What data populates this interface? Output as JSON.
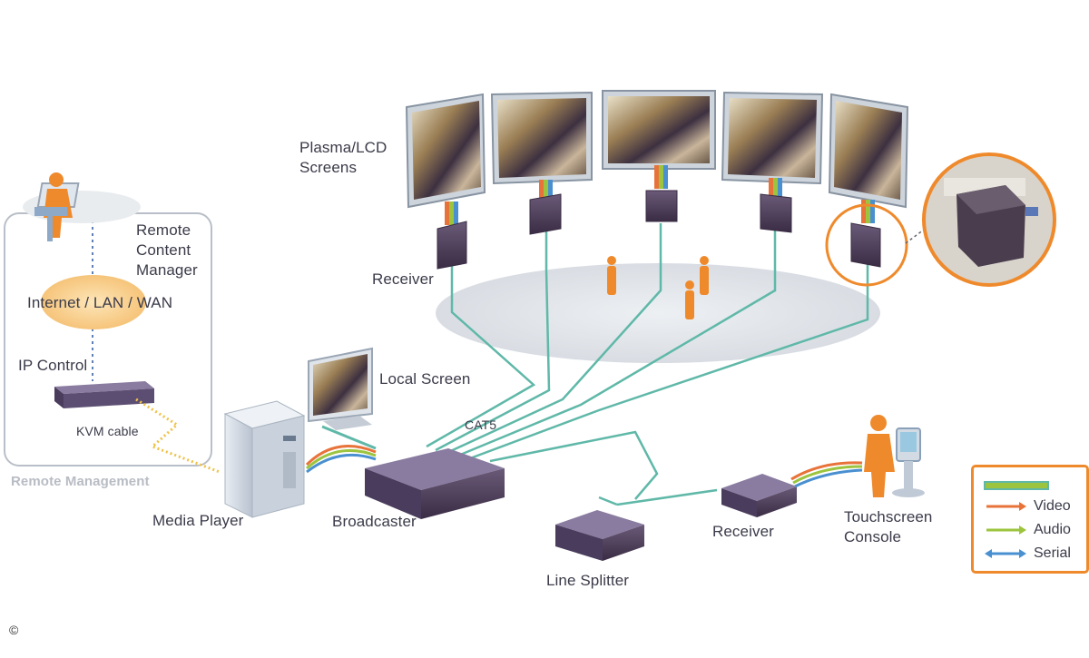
{
  "labels": {
    "plasma": "Plasma/LCD\nScreens",
    "receiver_top": "Receiver",
    "remote_content_manager": "Remote\nContent\nManager",
    "internet": "Internet / LAN / WAN",
    "ip_control": "IP Control",
    "kvm_cable": "KVM cable",
    "remote_management": "Remote Management",
    "local_screen": "Local Screen",
    "cat5": "CAT5",
    "media_player": "Media Player",
    "broadcaster": "Broadcaster",
    "line_splitter": "Line Splitter",
    "receiver_bottom": "Receiver",
    "touchscreen": "Touchscreen\nConsole"
  },
  "legend": {
    "items": [
      {
        "label": "Video",
        "color": "#e8733a"
      },
      {
        "label": "Audio",
        "color": "#9cc43e"
      },
      {
        "label": "Serial",
        "color": "#4a90d0"
      }
    ],
    "bundle_colors": [
      "#e8733a",
      "#9cc43e",
      "#4a90d0"
    ]
  },
  "copyright": "©",
  "colors": {
    "cable": "#5fb8a8",
    "orange": "#ef8a2c",
    "device": "#4b3a55",
    "floor": "#e4e7ec"
  }
}
